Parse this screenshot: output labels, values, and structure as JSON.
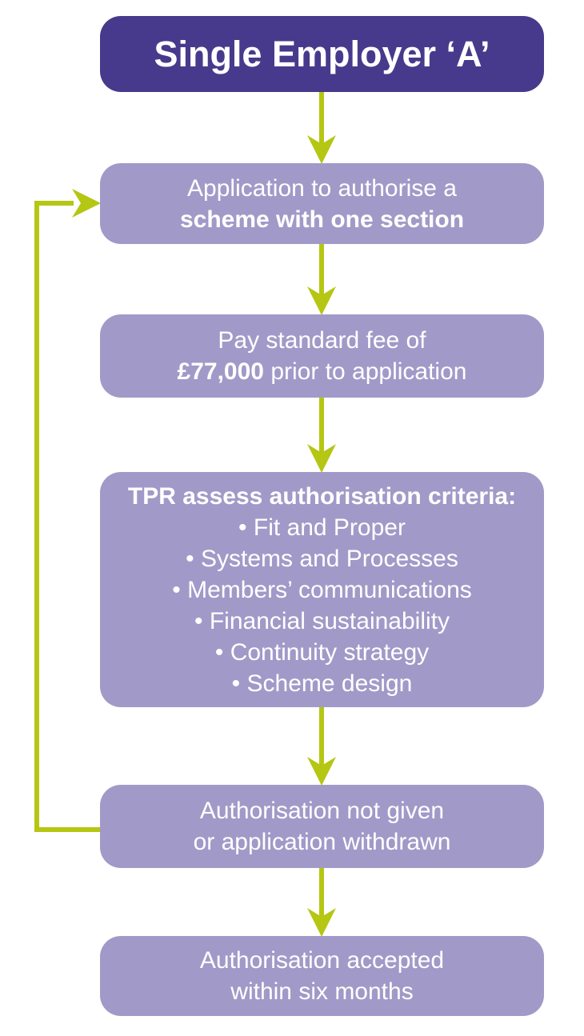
{
  "colors": {
    "title_box_bg": "#473a8c",
    "process_box_bg": "#a19ac8",
    "arrow": "#b5c613",
    "text_on_box": "#ffffff",
    "page_bg": "#ffffff"
  },
  "flow": {
    "title_box": {
      "label": "Single Employer ‘A’"
    },
    "application_box": {
      "line1": "Application to authorise a",
      "line2_bold": "scheme with one section"
    },
    "fee_box": {
      "line1": "Pay standard fee of",
      "line2_bold": "£77,000",
      "line2_rest": "prior to application"
    },
    "criteria_box": {
      "heading": "TPR assess authorisation criteria:",
      "bullet_glyph": "•",
      "bullets": [
        "Fit and Proper",
        "Systems and Processes",
        "Members’ communications",
        "Financial sustainability",
        "Continuity strategy",
        "Scheme design"
      ]
    },
    "not_given_box": {
      "line1": "Authorisation not given",
      "line2": "or application withdrawn"
    },
    "accepted_box": {
      "line1": "Authorisation accepted",
      "line2": "within six months"
    }
  }
}
